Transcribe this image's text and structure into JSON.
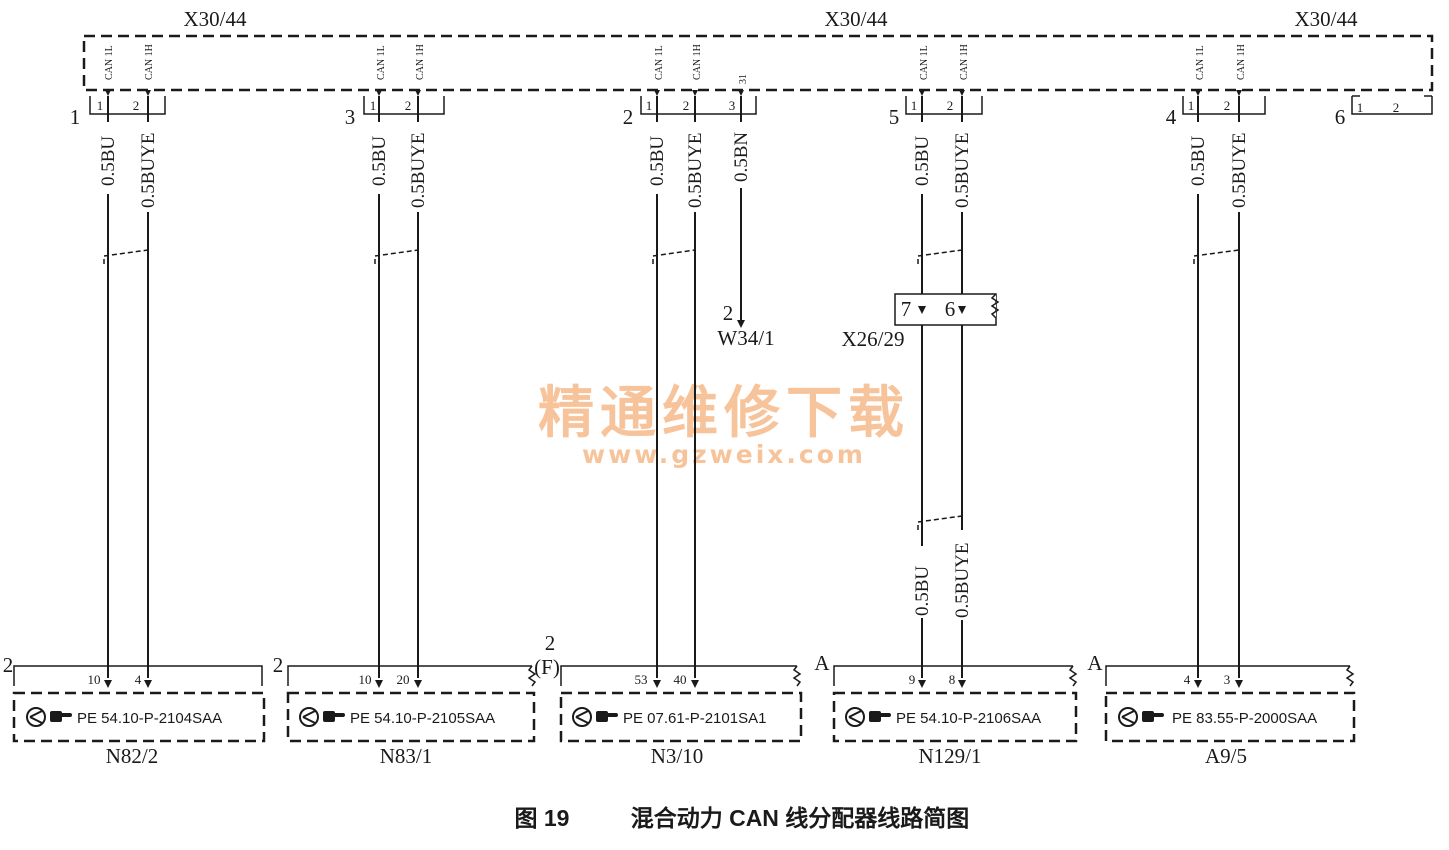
{
  "bus": {
    "label_left": "X30/44",
    "label_center": "X30/44",
    "label_right": "X30/44",
    "pin_can_low": "CAN 1L",
    "pin_can_high": "CAN 1H",
    "pin_31": "31"
  },
  "branches": [
    {
      "id": "b1",
      "connector_no": "1",
      "wire_low": "0.5BU",
      "wire_high": "0.5BUYE",
      "pin_low_top": "1",
      "pin_high_top": "2",
      "module_prefix": "2",
      "module_pin_low": "10",
      "module_pin_high": "4",
      "module_ref": "PE 54.10-P-2104SAA",
      "module_name": "N82/2"
    },
    {
      "id": "b2",
      "connector_no": "3",
      "wire_low": "0.5BU",
      "wire_high": "0.5BUYE",
      "pin_low_top": "1",
      "pin_high_top": "2",
      "module_prefix": "2",
      "module_pin_low": "10",
      "module_pin_high": "20",
      "module_ref": "PE 54.10-P-2105SAA",
      "module_name": "N83/1"
    },
    {
      "id": "b3",
      "connector_no": "2",
      "wire_low": "0.5BU",
      "wire_high": "0.5BUYE",
      "wire_extra": "0.5BN",
      "pin_low_top": "1",
      "pin_high_top": "2",
      "pin_extra_top": "3",
      "extra_end_pin": "2",
      "extra_end_name": "W34/1",
      "module_prefix": "2",
      "module_prefix_sub": "(F)",
      "module_pin_low": "53",
      "module_pin_high": "40",
      "module_ref": "PE 07.61-P-2101SA1",
      "module_name": "N3/10"
    },
    {
      "id": "b4",
      "connector_no": "5",
      "wire_low": "0.5BU",
      "wire_high": "0.5BUYE",
      "wire_low_lower": "0.5BU",
      "wire_high_lower": "0.5BUYE",
      "pin_low_top": "1",
      "pin_high_top": "2",
      "inline_connector": "X26/29",
      "inline_pin_low": "7",
      "inline_pin_high": "6",
      "module_prefix": "A",
      "module_pin_low": "9",
      "module_pin_high": "8",
      "module_ref": "PE 54.10-P-2106SAA",
      "module_name": "N129/1"
    },
    {
      "id": "b5",
      "connector_no": "4",
      "wire_low": "0.5BU",
      "wire_high": "0.5BUYE",
      "pin_low_top": "1",
      "pin_high_top": "2",
      "module_prefix": "A",
      "module_pin_low": "4",
      "module_pin_high": "3",
      "module_ref": "PE 83.55-P-2000SAA",
      "module_name": "A9/5"
    }
  ],
  "spare_connector": {
    "number": "6",
    "pin_1": "1",
    "pin_2": "2"
  },
  "watermark": {
    "text_cn": "精通维修下载",
    "url": "www.gzweix.com"
  },
  "caption": {
    "figure_no": "图 19",
    "title": "混合动力 CAN 线分配器线路简图"
  },
  "icons": {
    "module_icon": "ecu-symbol-icon",
    "reference_icon": "pointing-hand-icon"
  }
}
